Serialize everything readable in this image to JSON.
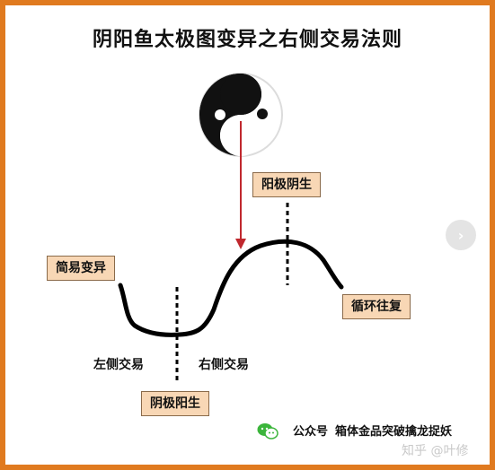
{
  "title": "阴阳鱼太极图变异之右侧交易法则",
  "labels": {
    "simple_change": "简易变异",
    "yang_peak": "阳极阴生",
    "yin_trough": "阴极阳生",
    "cycle": "循环往复",
    "left_trade": "左侧交易",
    "right_trade": "右侧交易"
  },
  "footer": {
    "account_prefix": "公众号",
    "account_name": "箱体金品突破擒龙捉妖",
    "watermark": "知乎 @叶修"
  },
  "colors": {
    "border": "#e07a1f",
    "box_fill": "#f8d7b5",
    "arrow": "#c0282e",
    "curve": "#000000"
  },
  "icons": {
    "yinyang": "yin-yang-icon",
    "wechat": "wechat-icon",
    "next": "chevron-right-icon"
  }
}
